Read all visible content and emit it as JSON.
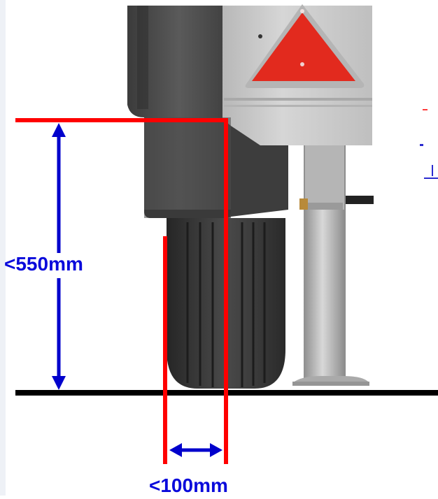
{
  "dimensions": {
    "height_limit": {
      "text": "<550mm",
      "value": 550,
      "unit": "mm"
    },
    "width_limit": {
      "text": "<100mm",
      "value": 100,
      "unit": "mm"
    }
  },
  "colors": {
    "limit_line": "#ff0000",
    "dimension_arrow": "#0000cc",
    "label_text": "#0a0adb",
    "ground": "#000000",
    "reflector": "#e22a1e",
    "chassis": "#c9c9c9",
    "mudguard": "#4a4a4a",
    "tyre": "#3a3a3a",
    "jack_stand": "#a8a8a8"
  },
  "icons": {
    "reflector": "triangle-reflector-icon"
  }
}
